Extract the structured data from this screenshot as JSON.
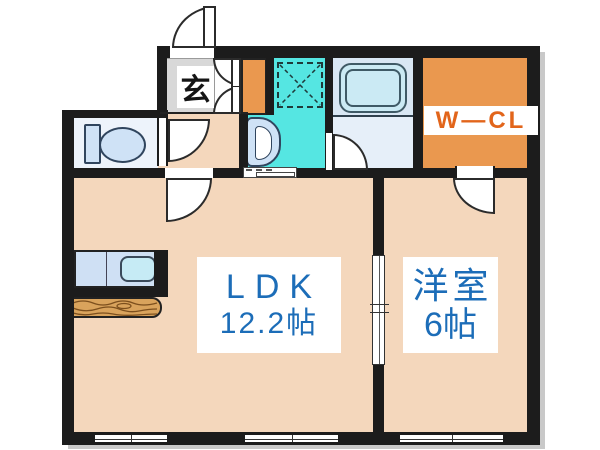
{
  "floorplan": {
    "entrance": {
      "label": "玄"
    },
    "walk_in_closet": {
      "label": "W—CL"
    },
    "ldk": {
      "name": "LDK",
      "area": "12.2帖"
    },
    "western_room": {
      "name": "洋室",
      "area": "6帖"
    },
    "icons": [
      "toilet-icon",
      "washbasin-icon",
      "bathtub-icon",
      "washing-machine-pan-icon",
      "kitchen-sink-icon",
      "wood-counter-icon"
    ],
    "colors": {
      "wall": "#1c1c1c",
      "floor": "#f4d7bc",
      "entrance_gray": "#d8d8d8",
      "closet_orange": "#ea984f",
      "washroom_cyan": "#55e6e2",
      "bath_blue": "#d9e7f4",
      "fixture_blue": "#cfe2f6",
      "label_blue": "#1c6db8",
      "wcl_text_orange": "#e2651b",
      "wood": "#d9a35c"
    }
  }
}
